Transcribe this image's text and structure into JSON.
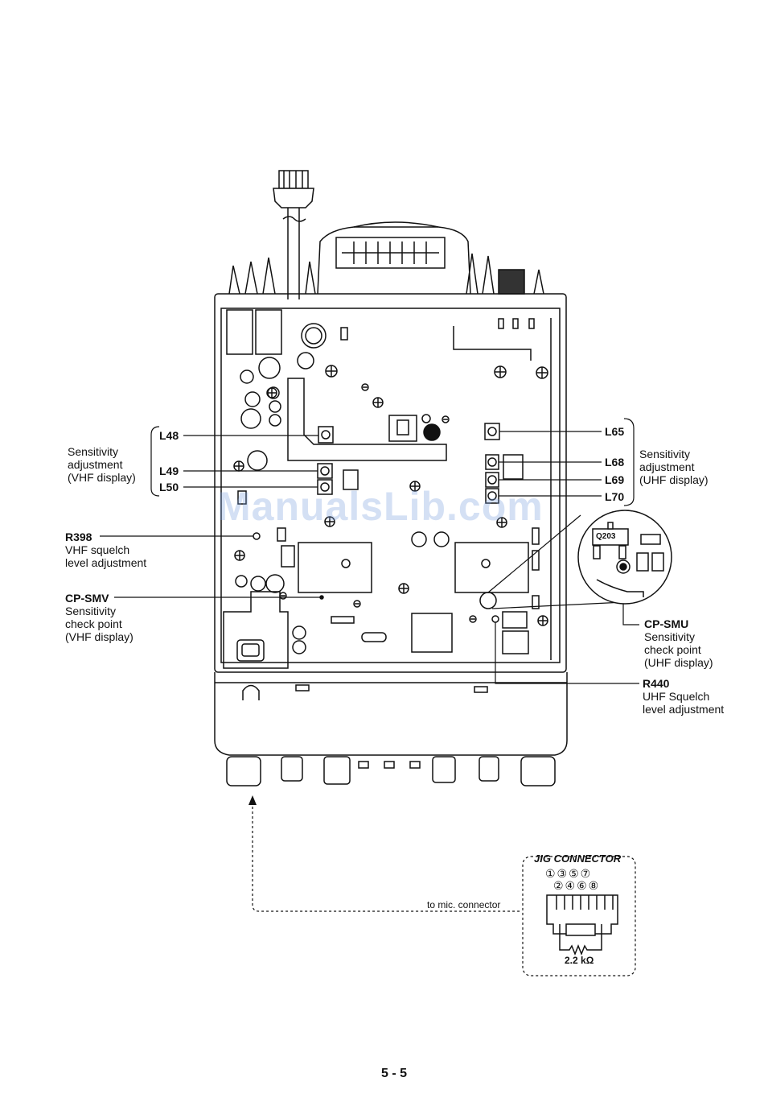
{
  "labels": {
    "L48": "L48",
    "L49": "L49",
    "L50": "L50",
    "L65": "L65",
    "L68": "L68",
    "L69": "L69",
    "L70": "L70",
    "Q203": "Q203"
  },
  "vhf_sensitivity": {
    "line1": "Sensitivity",
    "line2": "adjustment",
    "line3": "(VHF display)"
  },
  "uhf_sensitivity": {
    "line1": "Sensitivity",
    "line2": "adjustment",
    "line3": "(UHF display)"
  },
  "r398": {
    "ref": "R398",
    "line1": "VHF squelch",
    "line2": "level adjustment"
  },
  "cp_smv": {
    "ref": "CP-SMV",
    "line1": "Sensitivity",
    "line2": "check point",
    "line3": "(VHF display)"
  },
  "cp_smu": {
    "ref": "CP-SMU",
    "line1": "Sensitivity",
    "line2": "check point",
    "line3": "(UHF display)"
  },
  "r440": {
    "ref": "R440",
    "line1": "UHF Squelch",
    "line2": "level adjustment"
  },
  "jig": {
    "title": "JIG CONNECTOR",
    "pins_top": "①③⑤⑦",
    "pins_bottom": "②④⑥⑧",
    "resistor": "2.2 kΩ",
    "to_mic": "to mic. connector"
  },
  "watermark": "ManualsLib.com",
  "page_number": "5 - 5"
}
